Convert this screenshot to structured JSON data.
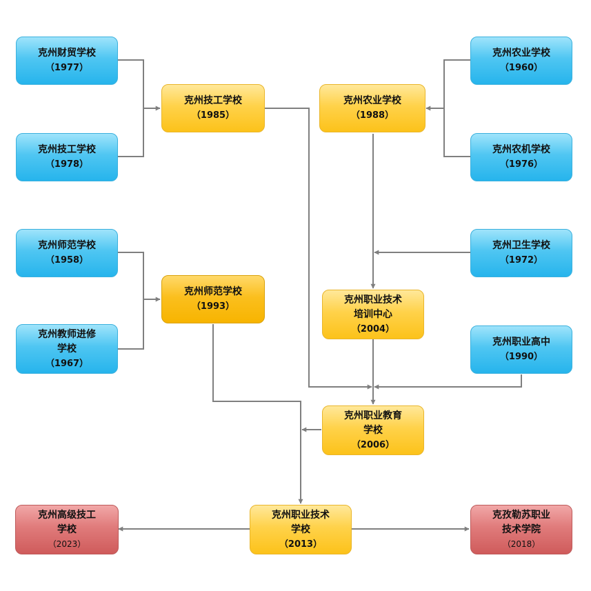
{
  "nodes": {
    "kz_finance_trade": {
      "lines": [
        "克州财贸学校"
      ],
      "year": "（1977）",
      "color": "blue"
    },
    "kz_technical_1978": {
      "lines": [
        "克州技工学校"
      ],
      "year": "（1978）",
      "color": "blue"
    },
    "kz_technical_1985": {
      "lines": [
        "克州技工学校"
      ],
      "year": "（1985）",
      "color": "yellow"
    },
    "kz_agri_1988": {
      "lines": [
        "克州农业学校"
      ],
      "year": "（1988）",
      "color": "yellow"
    },
    "kz_agri_1960": {
      "lines": [
        "克州农业学校"
      ],
      "year": "（1960）",
      "color": "blue"
    },
    "kz_agrimach_1976": {
      "lines": [
        "克州农机学校"
      ],
      "year": "（1976）",
      "color": "blue"
    },
    "kz_normal_1958": {
      "lines": [
        "克州师范学校"
      ],
      "year": "（1958）",
      "color": "blue"
    },
    "kz_normal_1993": {
      "lines": [
        "克州师范学校"
      ],
      "year": "（1993）",
      "color": "yellow-strong"
    },
    "kz_teacher_training": {
      "lines": [
        "克州教师进修",
        "学校"
      ],
      "year": "（1967）",
      "color": "blue"
    },
    "kz_health_1972": {
      "lines": [
        "克州卫生学校"
      ],
      "year": "（1972）",
      "color": "blue"
    },
    "kz_voc_train_center": {
      "lines": [
        "克州职业技术",
        "培训中心"
      ],
      "year": "（2004）",
      "color": "yellow"
    },
    "kz_voc_high_1990": {
      "lines": [
        "克州职业高中"
      ],
      "year": "（1990）",
      "color": "blue"
    },
    "kz_voc_edu_2006": {
      "lines": [
        "克州职业教育",
        "学校"
      ],
      "year": "（2006）",
      "color": "yellow"
    },
    "kz_voc_tech_2013": {
      "lines": [
        "克州职业技术",
        "学校"
      ],
      "year": "（2013）",
      "color": "yellow"
    },
    "kz_senior_tech_2023": {
      "lines": [
        "克州高级技工",
        "学校"
      ],
      "year": "（2023）",
      "color": "red"
    },
    "kz_kizilsu_2018": {
      "lines": [
        "克孜勒苏职业",
        "技术学院"
      ],
      "year": "（2018）",
      "color": "red"
    }
  },
  "colors": {
    "connector": "#7f7f7f",
    "blue": "#38b8ee",
    "yellow": "#fdc72c",
    "red": "#d96a6a"
  }
}
